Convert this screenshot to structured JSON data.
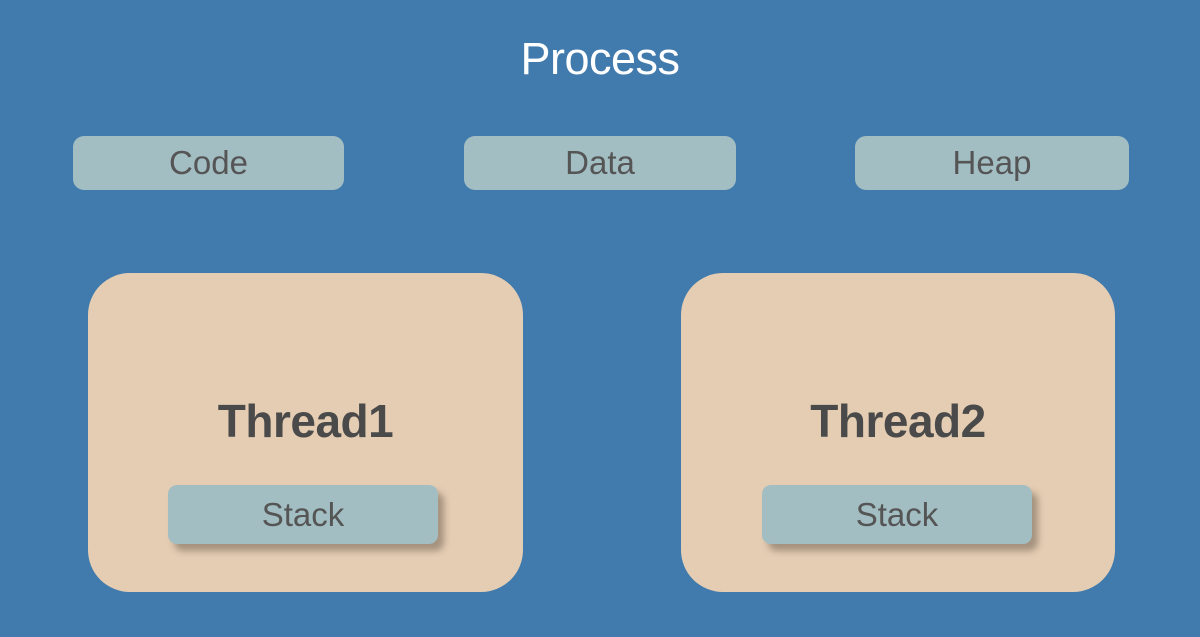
{
  "diagram": {
    "title": "Process",
    "background_color": "#417aac",
    "title_color": "#ffffff",
    "segment_color": "#a2bec3",
    "thread_color": "#e5cdb3",
    "label_color": "#555555",
    "thread_label_color": "#4a4a4a"
  },
  "segments": [
    {
      "label": "Code"
    },
    {
      "label": "Data"
    },
    {
      "label": "Heap"
    }
  ],
  "threads": [
    {
      "label": "Thread1",
      "stack_label": "Stack"
    },
    {
      "label": "Thread2",
      "stack_label": "Stack"
    }
  ]
}
